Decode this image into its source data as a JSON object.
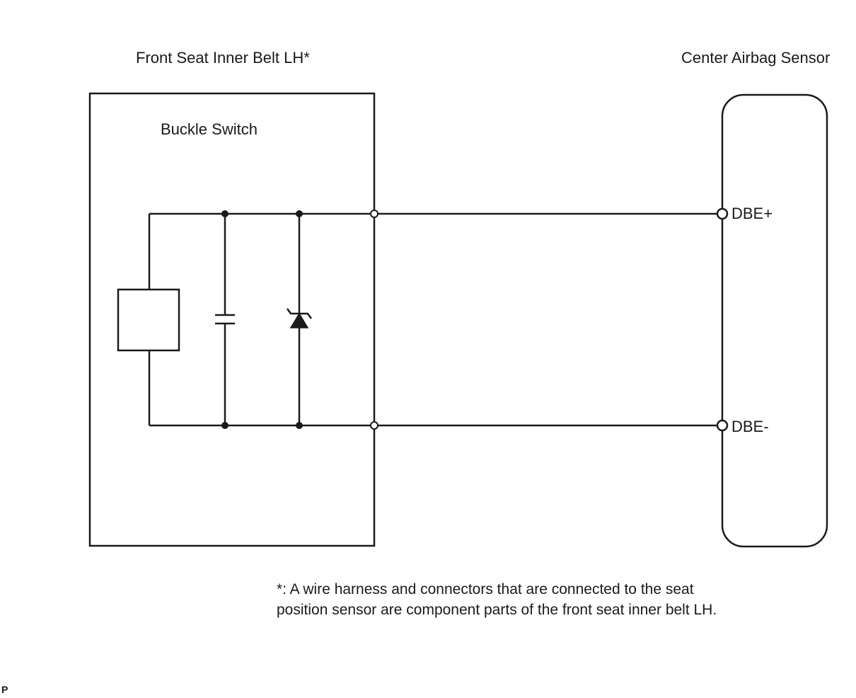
{
  "labels": {
    "left_component": "Front Seat Inner Belt LH*",
    "right_component": "Center Airbag Sensor",
    "sub_component": "Buckle Switch",
    "pin_positive": "DBE+",
    "pin_negative": "DBE-"
  },
  "footnote": {
    "line1": "*: A wire harness and connectors that are connected to the seat",
    "line2": "position sensor are component parts of the front seat inner belt LH."
  },
  "corner_mark": "P",
  "colors": {
    "line": "#1a1a1a",
    "background": "#ffffff"
  }
}
